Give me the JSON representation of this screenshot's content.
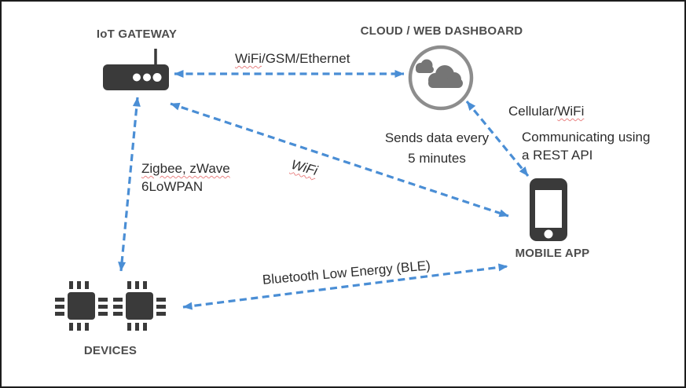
{
  "nodes": {
    "gateway": {
      "label": "IoT GATEWAY",
      "icon": "router-icon"
    },
    "cloud": {
      "label": "CLOUD / WEB DASHBOARD",
      "icon": "cloud-icon"
    },
    "mobile": {
      "label": "MOBILE APP",
      "icon": "smartphone-icon"
    },
    "devices": {
      "label": "DEVICES",
      "icon": "chip-icon"
    }
  },
  "links": {
    "gateway_cloud": {
      "underlined": "WiFi",
      "rest": "/GSM/Ethernet"
    },
    "gateway_devices": {
      "line1": "Zigbee, zWave",
      "line2": "6LoWPAN"
    },
    "gateway_mobile": {
      "label": "WiFi"
    },
    "cloud_mobile": {
      "prefix": "Cellular/",
      "underlined": "WiFi"
    },
    "devices_mobile": {
      "label": "Bluetooth Low Energy (BLE)"
    }
  },
  "annotations": {
    "sends_line1": "Sends data every",
    "sends_line2": "5 minutes",
    "rest_line1": "Communicating using",
    "rest_line2": "a REST API"
  },
  "colors": {
    "arrow_blue": "#4a8ed5",
    "icon_dark": "#3a3a3a",
    "node_label": "#4d4d4d",
    "annotation_text": "#2d2d2d",
    "squiggle_red": "#e98383",
    "cloud_stroke": "#8d8d8d",
    "cloud_fill": "#757575",
    "border": "#1c1c1c"
  }
}
